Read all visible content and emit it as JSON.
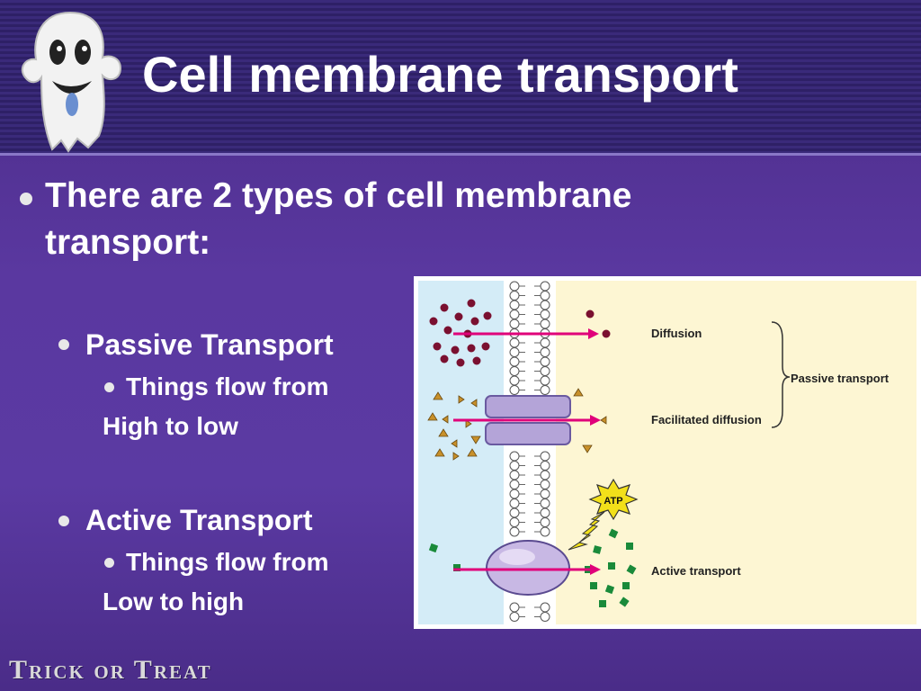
{
  "slide": {
    "title": "Cell membrane transport",
    "intro": [
      "There are 2 types of cell membrane",
      "transport:"
    ],
    "sections": [
      {
        "heading": "Passive Transport",
        "sub": "Things flow from",
        "continuation": "High to low"
      },
      {
        "heading": "Active Transport",
        "sub": "Things flow from",
        "continuation": "Low to high"
      }
    ],
    "footer_logo": "Trick or Treat"
  },
  "figure": {
    "labels": {
      "diffusion": "Diffusion",
      "facilitated": "Facilitated diffusion",
      "active": "Active transport",
      "passive_group": "Passive transport",
      "atp": "ATP"
    }
  },
  "colors": {
    "slide_background": "#5a38a0",
    "arrow": "#e0007a",
    "figure_left_fluid": "#d4ecf7",
    "figure_right_fluid": "#fdf6d3",
    "diffusion_particle": "#7a1030",
    "facilitated_particle": "#c8902a",
    "active_particle": "#1a8a3a",
    "protein": "#b4a4d8"
  },
  "icons": [
    "ghost-icon",
    "bullet-icon",
    "atp-burst-icon",
    "lightning-icon"
  ]
}
